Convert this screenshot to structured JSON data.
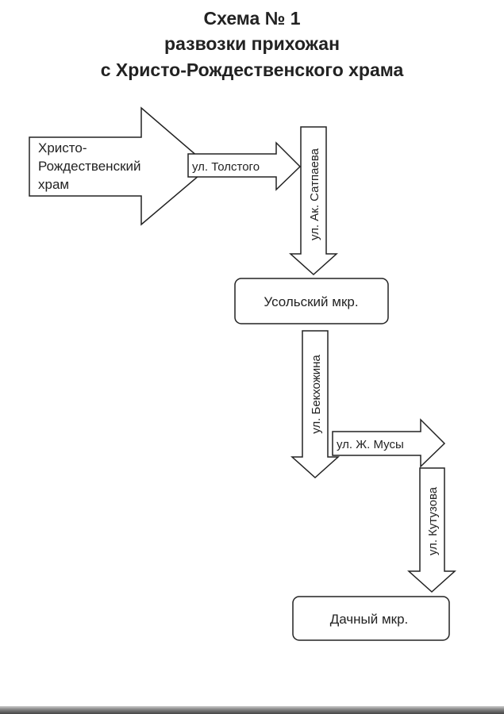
{
  "title": {
    "line1": "Схема № 1",
    "line2": "развозки прихожан",
    "line3": "с Христо-Рождественского храма"
  },
  "diagram": {
    "start": [
      "Христо-",
      "Рождественский",
      "храм"
    ],
    "street_tolstogo": "ул. Толстого",
    "street_satpaeva": "ул. Ак. Сатпаева",
    "box_usolsky": "Усольский мкр.",
    "street_bekhozhina": "ул. Бекхожина",
    "street_musy": "ул. Ж. Мусы",
    "street_kutuzova": "ул. Кутузова",
    "box_dachny": "Дачный мкр."
  },
  "colors": {
    "stroke": "#222222",
    "fill": "#ffffff"
  }
}
